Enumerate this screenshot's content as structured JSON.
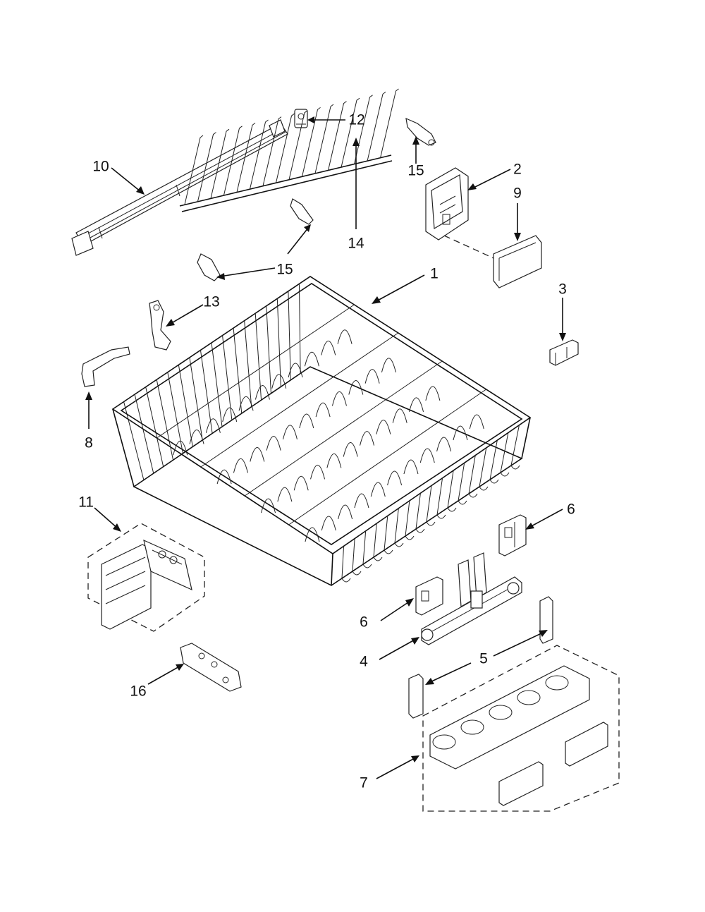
{
  "callouts": [
    {
      "id": "12",
      "text": "12"
    },
    {
      "id": "10",
      "text": "10"
    },
    {
      "id": "15a",
      "text": "15"
    },
    {
      "id": "2",
      "text": "2"
    },
    {
      "id": "9",
      "text": "9"
    },
    {
      "id": "14",
      "text": "14"
    },
    {
      "id": "15b",
      "text": "15"
    },
    {
      "id": "1",
      "text": "1"
    },
    {
      "id": "13",
      "text": "13"
    },
    {
      "id": "3",
      "text": "3"
    },
    {
      "id": "8",
      "text": "8"
    },
    {
      "id": "11",
      "text": "11"
    },
    {
      "id": "6a",
      "text": "6"
    },
    {
      "id": "6b",
      "text": "6"
    },
    {
      "id": "4",
      "text": "4"
    },
    {
      "id": "5",
      "text": "5"
    },
    {
      "id": "16",
      "text": "16"
    },
    {
      "id": "7",
      "text": "7"
    }
  ],
  "parts": {
    "part_1": "dishrack-icon",
    "part_2": "rack-adjuster-icon",
    "part_3": "clip-icon",
    "part_4": "rail-slide-icon",
    "part_5": "end-cap-icon",
    "part_6": "bracket-icon",
    "part_7": "tine-row-kit-icon",
    "part_8": "handle-icon",
    "part_9": "cover-icon",
    "part_10": "track-rail-icon",
    "part_11": "basket-kit-icon",
    "part_12": "stop-clip-icon",
    "part_13": "latch-icon",
    "part_14": "tine-row-icon",
    "part_15": "tine-clip-icon",
    "part_16": "holder-icon"
  }
}
